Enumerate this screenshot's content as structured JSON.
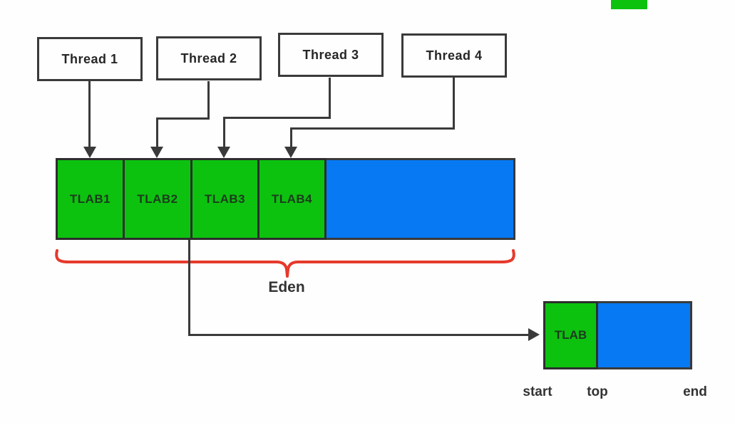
{
  "colors": {
    "green": "#0cc20f",
    "blue": "#0779f3",
    "brace_red": "#e6392b",
    "line": "#3a3a3a"
  },
  "threads": [
    {
      "label": "Thread 1"
    },
    {
      "label": "Thread 2"
    },
    {
      "label": "Thread 3"
    },
    {
      "label": "Thread 4"
    }
  ],
  "eden": {
    "label": "Eden",
    "cells": [
      {
        "label": "TLAB1"
      },
      {
        "label": "TLAB2"
      },
      {
        "label": "TLAB3"
      },
      {
        "label": "TLAB4"
      }
    ]
  },
  "detail": {
    "tlab_label": "TLAB",
    "markers": [
      {
        "label": "start"
      },
      {
        "label": "top"
      },
      {
        "label": "end"
      }
    ]
  }
}
